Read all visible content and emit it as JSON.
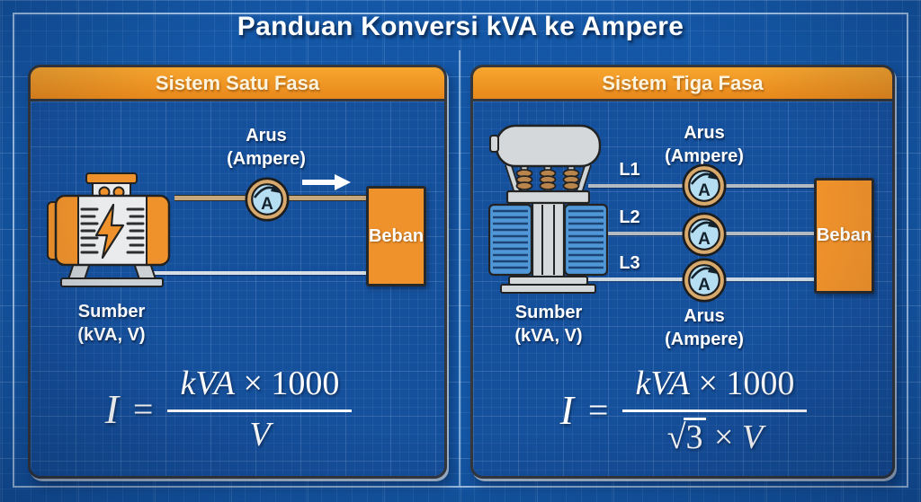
{
  "title": "Panduan Konversi kVA ke Ampere",
  "colors": {
    "bg": "#1457a6",
    "panel_bg": "#15509c",
    "panel_border": "#34373b",
    "header_top": "#f7a62f",
    "header_bottom": "#e8881b",
    "header_text": "#fdf4df",
    "accent_orange": "#f0922b",
    "metal_gray": "#d4d8da",
    "radiator_blue": "#4f97d6",
    "meter_ring": "#d8a96d",
    "meter_face": "#b6def2",
    "wire_tan": "#c7a77c",
    "wire_gray": "#c2c9d1"
  },
  "icons": {
    "ammeter": "circled-A gauge with needle arc",
    "flow_arrow": "white right arrow",
    "lightning_bolt": "orange bolt",
    "generator": "genset source illustration",
    "transformer": "three-phase transformer illustration"
  },
  "single_phase": {
    "header": "Sistem Satu Fasa",
    "current_label_line1": "Arus",
    "current_label_line2": "(Ampere)",
    "source_label_line1": "Sumber",
    "source_label_line2": "(kVA, V)",
    "load_label": "Beban",
    "meter_glyph": "A",
    "formula": {
      "lhs": "I",
      "eq": "=",
      "num_var": "kVA",
      "num_times": "×",
      "num_const": "1000",
      "den_var": "V"
    }
  },
  "three_phase": {
    "header": "Sistem Tiga Fasa",
    "current_label_top_line1": "Arus",
    "current_label_top_line2": "(Ampere)",
    "current_label_bottom_line1": "Arus",
    "current_label_bottom_line2": "(Ampere)",
    "source_label_line1": "Sumber",
    "source_label_line2": "(kVA, V)",
    "load_label": "Beban",
    "meter_glyph": "A",
    "lines": [
      "L1",
      "L2",
      "L3"
    ],
    "formula": {
      "lhs": "I",
      "eq": "=",
      "num_var": "kVA",
      "num_times": "×",
      "num_const": "1000",
      "den_sqrt": "√",
      "den_rad": "3",
      "den_times": "×",
      "den_var": "V"
    }
  }
}
